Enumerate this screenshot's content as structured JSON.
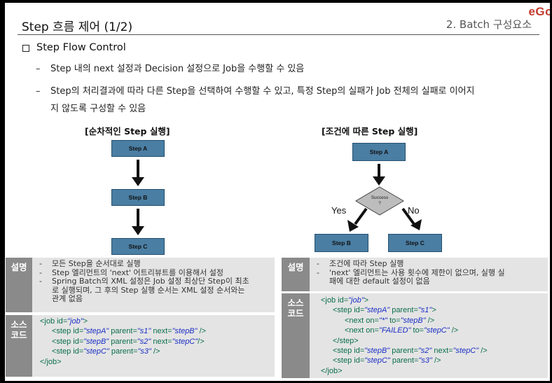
{
  "header": {
    "title": "Step 흐름 제어 (1/2)",
    "section": "2. Batch 구성요소",
    "logo": "eGo"
  },
  "heading": "Step Flow Control",
  "bullets": [
    {
      "dash": "–",
      "text": "Step 내의 next 설정과 Decision 설정으로 Job을 수행할 수 있음"
    },
    {
      "dash": "–",
      "line1": "Step의 처리결과에 따라 다른 Step을 선택하여 수행할 수 있고, 특정 Step의 실패가 Job 전체의 실패로 이어지",
      "line2": "지 않도록 구성할 수 있음"
    }
  ],
  "left": {
    "title": "[순차적인 Step  실행]",
    "boxes": [
      "Step A",
      "Step B",
      "Step C"
    ],
    "desc_label": "설명",
    "desc": [
      {
        "dash": "-",
        "lines": [
          "모든 Step을 순서대로 실행"
        ]
      },
      {
        "dash": "-",
        "lines": [
          "Step 엘리먼트의 'next' 어트리뷰트를 이용해서 설정"
        ]
      },
      {
        "dash": "-",
        "lines": [
          "Spring Batch의 XML 설정은 Job 설정 최상단 Step이 최초",
          "로 실행되며, 그 후의 Step 실행 순서는 XML 설정 순서와는",
          "관계 없음"
        ]
      }
    ],
    "code_label_1": "소스",
    "code_label_2": "코드",
    "code": [
      {
        "indent": 0,
        "parts": [
          [
            "t",
            "<job id="
          ],
          [
            "v",
            "\"job\""
          ],
          [
            "t",
            ">"
          ]
        ]
      },
      {
        "indent": 1,
        "parts": [
          [
            "t",
            "<step id="
          ],
          [
            "v",
            "\"stepA\""
          ],
          [
            "t",
            " parent="
          ],
          [
            "v",
            "\"s1\""
          ],
          [
            "t",
            " next="
          ],
          [
            "v",
            "\"stepB\""
          ],
          [
            "t",
            " />"
          ]
        ]
      },
      {
        "indent": 1,
        "parts": [
          [
            "t",
            "<step id="
          ],
          [
            "v",
            "\"stepB\""
          ],
          [
            "t",
            " parent="
          ],
          [
            "v",
            "\"s2\""
          ],
          [
            "t",
            " next="
          ],
          [
            "v",
            "\"stepC\""
          ],
          [
            "t",
            "/>"
          ]
        ]
      },
      {
        "indent": 1,
        "parts": [
          [
            "t",
            "<step id="
          ],
          [
            "v",
            "\"stepC\""
          ],
          [
            "t",
            " parent="
          ],
          [
            "v",
            "\"s3\""
          ],
          [
            "t",
            " />"
          ]
        ]
      },
      {
        "indent": 0,
        "parts": [
          [
            "t",
            "</job>"
          ]
        ]
      }
    ]
  },
  "right": {
    "title": "[조건에 따른 Step 실행]",
    "box_a": "Step A",
    "decision_1": "Success",
    "decision_2": "?",
    "yes": "Yes",
    "no": "No",
    "box_b": "Step B",
    "box_c": "Step C",
    "desc_label": "설명",
    "desc": [
      {
        "dash": "-",
        "lines": [
          "조건에 따라 Step 실행"
        ]
      },
      {
        "dash": "-",
        "lines": [
          "'next' 엘리먼트는 사용 횟수에 제한이 없으며, 실행 실",
          "패에 대한 default 설정이 없음"
        ]
      }
    ],
    "code_label_1": "소스",
    "code_label_2": "코드",
    "code": [
      {
        "indent": 0,
        "parts": [
          [
            "t",
            "<job id="
          ],
          [
            "v",
            "\"job\""
          ],
          [
            "t",
            ">"
          ]
        ]
      },
      {
        "indent": 1,
        "parts": [
          [
            "t",
            "<step id="
          ],
          [
            "v",
            "\"stepA\""
          ],
          [
            "t",
            " parent="
          ],
          [
            "v",
            "\"s1\""
          ],
          [
            "t",
            ">"
          ]
        ]
      },
      {
        "indent": 2,
        "parts": [
          [
            "t",
            "<next on="
          ],
          [
            "v",
            "\"*\""
          ],
          [
            "t",
            " to="
          ],
          [
            "v",
            "\"stepB\""
          ],
          [
            "t",
            " />"
          ]
        ]
      },
      {
        "indent": 2,
        "parts": [
          [
            "t",
            "<next on="
          ],
          [
            "v",
            "\"FAILED\""
          ],
          [
            "t",
            " to="
          ],
          [
            "v",
            "\"stepC\""
          ],
          [
            "t",
            " />"
          ]
        ]
      },
      {
        "indent": 1,
        "parts": [
          [
            "t",
            "</step>"
          ]
        ]
      },
      {
        "indent": 1,
        "parts": [
          [
            "t",
            "<step id="
          ],
          [
            "v",
            "\"stepB\""
          ],
          [
            "t",
            " parent="
          ],
          [
            "v",
            "\"s2\""
          ],
          [
            "t",
            " next="
          ],
          [
            "v",
            "\"stepC\""
          ],
          [
            "t",
            " />"
          ]
        ]
      },
      {
        "indent": 1,
        "parts": [
          [
            "t",
            "<step id="
          ],
          [
            "v",
            "\"stepC\""
          ],
          [
            "t",
            " parent="
          ],
          [
            "v",
            "\"s3\""
          ],
          [
            "t",
            " />"
          ]
        ]
      },
      {
        "indent": 0,
        "parts": [
          [
            "t",
            "</job>"
          ]
        ]
      }
    ]
  }
}
